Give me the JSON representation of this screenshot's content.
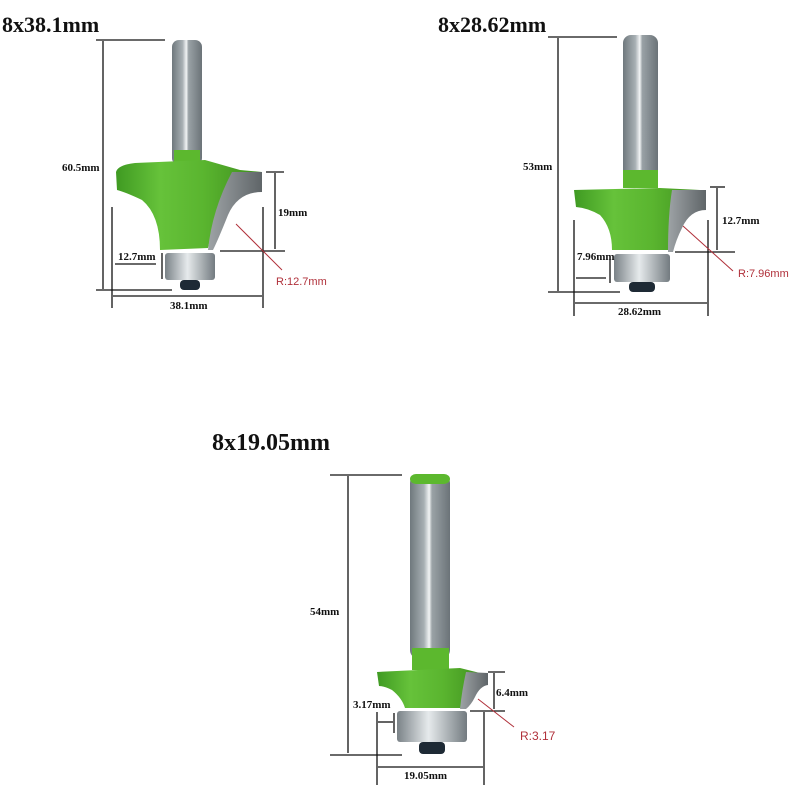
{
  "bits": [
    {
      "title": "8x38.1mm",
      "total_length": "60.5mm",
      "cut_height": "19mm",
      "bearing_offset": "12.7mm",
      "cut_diameter": "38.1mm",
      "radius": "R:12.7mm"
    },
    {
      "title": "8x28.62mm",
      "total_length": "53mm",
      "cut_height": "12.7mm",
      "bearing_offset": "7.96mm",
      "cut_diameter": "28.62mm",
      "radius": "R:7.96mm"
    },
    {
      "title": "8x19.05mm",
      "total_length": "54mm",
      "cut_height": "6.4mm",
      "bearing_offset": "3.17mm",
      "cut_diameter": "19.05mm",
      "radius": "R:3.17"
    }
  ],
  "colors": {
    "body_green": "#5cb82e",
    "body_green_dark": "#3f8f1e",
    "shank_gray": "#8e979c",
    "carbide_gray": "#7d8285",
    "bearing_gray": "#a9b0b4",
    "dimension_line": "#111111",
    "radius_red": "#b0303a"
  }
}
